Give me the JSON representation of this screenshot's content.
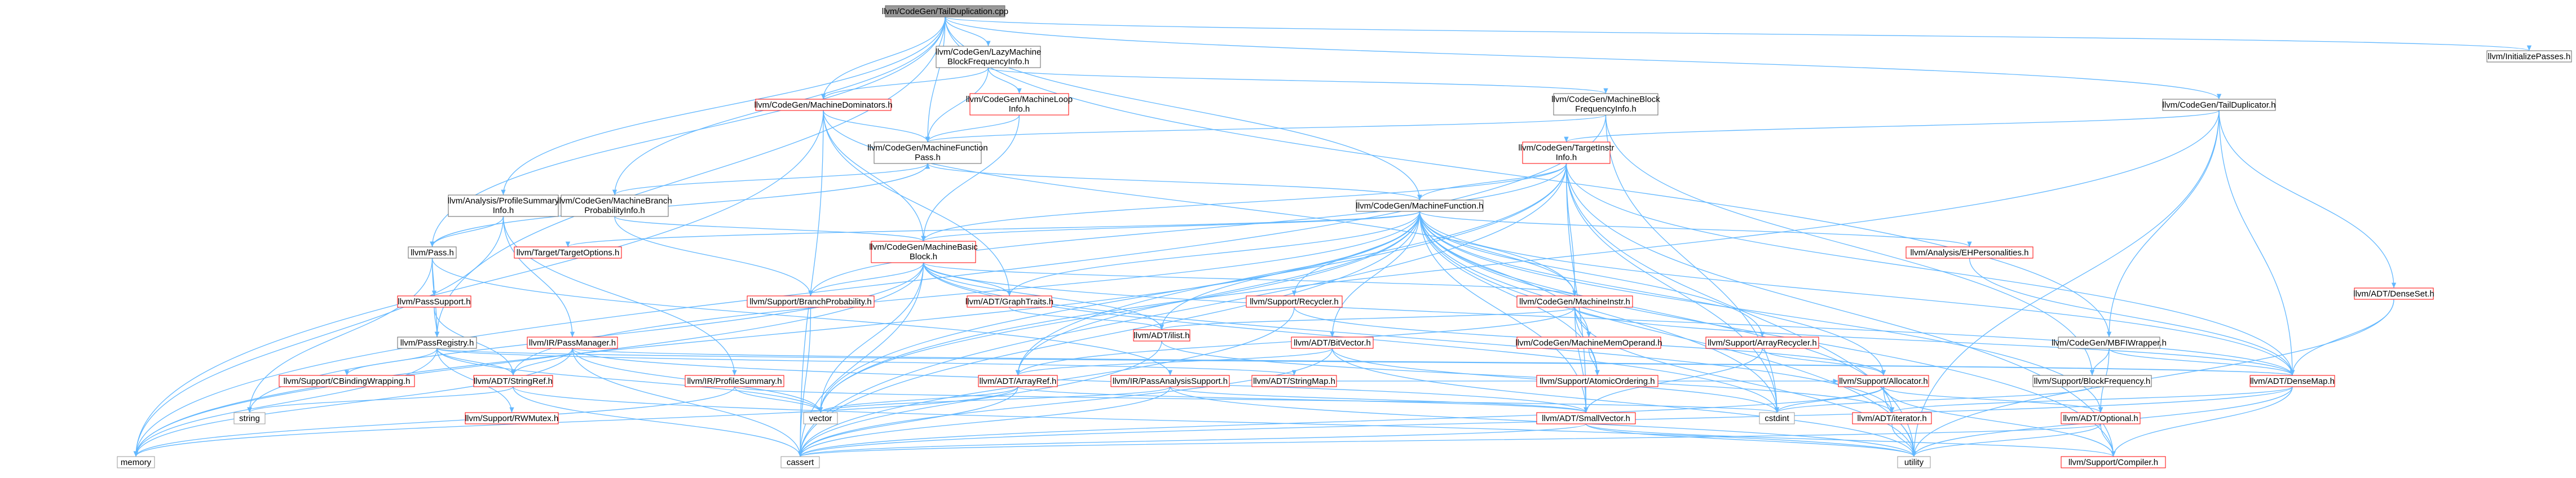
{
  "colors": {
    "edge": "#63b8ff",
    "node_default_border": "#666666",
    "node_red_border": "#ff0000",
    "node_gray_border": "#999999",
    "node_fill": "#ffffff",
    "node_root_fill": "#999999"
  },
  "nodes": {
    "root": {
      "label": "llvm/CodeGen/TailDuplication.cpp",
      "style": "root"
    },
    "lazymbfi": {
      "lines": [
        "llvm/CodeGen/LazyMachine",
        "BlockFrequencyInfo.h"
      ],
      "style": "default"
    },
    "initpasses": {
      "label": "llvm/InitializePasses.h",
      "style": "default"
    },
    "mdom": {
      "label": "llvm/CodeGen/MachineDominators.h",
      "style": "red"
    },
    "mloop": {
      "lines": [
        "llvm/CodeGen/MachineLoop",
        "Info.h"
      ],
      "style": "red"
    },
    "mbfi": {
      "lines": [
        "llvm/CodeGen/MachineBlock",
        "FrequencyInfo.h"
      ],
      "style": "default"
    },
    "taildup": {
      "label": "llvm/CodeGen/TailDuplicator.h",
      "style": "default"
    },
    "mfpass": {
      "lines": [
        "llvm/CodeGen/MachineFunction",
        "Pass.h"
      ],
      "style": "default"
    },
    "tii": {
      "lines": [
        "llvm/CodeGen/TargetInstr",
        "Info.h"
      ],
      "style": "red"
    },
    "psi": {
      "lines": [
        "llvm/Analysis/ProfileSummary",
        "Info.h"
      ],
      "style": "default"
    },
    "mbpi": {
      "lines": [
        "llvm/CodeGen/MachineBranch",
        "ProbabilityInfo.h"
      ],
      "style": "default"
    },
    "mf": {
      "label": "llvm/CodeGen/MachineFunction.h",
      "style": "default"
    },
    "pass": {
      "label": "llvm/Pass.h",
      "style": "default"
    },
    "tgtopts": {
      "label": "llvm/Target/TargetOptions.h",
      "style": "red"
    },
    "mbb": {
      "lines": [
        "llvm/CodeGen/MachineBasic",
        "Block.h"
      ],
      "style": "red"
    },
    "ehpers": {
      "label": "llvm/Analysis/EHPersonalities.h",
      "style": "red"
    },
    "densenset": {
      "label": "llvm/ADT/DenseSet.h",
      "style": "red"
    },
    "passsupport": {
      "label": "llvm/PassSupport.h",
      "style": "red"
    },
    "branchprob": {
      "label": "llvm/Support/BranchProbability.h",
      "style": "red"
    },
    "graphtraits": {
      "label": "llvm/ADT/GraphTraits.h",
      "style": "red"
    },
    "recycler": {
      "label": "llvm/Support/Recycler.h",
      "style": "red"
    },
    "mi": {
      "label": "llvm/CodeGen/MachineInstr.h",
      "style": "red"
    },
    "ilist": {
      "label": "llvm/ADT/ilist.h",
      "style": "red"
    },
    "passregistry": {
      "label": "llvm/PassRegistry.h",
      "style": "default"
    },
    "passmanager": {
      "label": "llvm/IR/PassManager.h",
      "style": "red"
    },
    "bitvector": {
      "label": "llvm/ADT/BitVector.h",
      "style": "red"
    },
    "mmo": {
      "label": "llvm/CodeGen/MachineMemOperand.h",
      "style": "red"
    },
    "arrayrecycler": {
      "label": "llvm/Support/ArrayRecycler.h",
      "style": "red"
    },
    "mbfiwrapper": {
      "label": "llvm/CodeGen/MBFIWrapper.h",
      "style": "default"
    },
    "cstringwrap": {
      "label": "llvm/Support/CBindingWrapping.h",
      "style": "red"
    },
    "stringref": {
      "label": "llvm/ADT/StringRef.h",
      "style": "red"
    },
    "profsummary": {
      "label": "llvm/IR/ProfileSummary.h",
      "style": "red"
    },
    "arrayref": {
      "label": "llvm/ADT/ArrayRef.h",
      "style": "red"
    },
    "pasupport": {
      "label": "llvm/IR/PassAnalysisSupport.h",
      "style": "red"
    },
    "stringmap": {
      "label": "llvm/ADT/StringMap.h",
      "style": "red"
    },
    "atomicord": {
      "label": "llvm/Support/AtomicOrdering.h",
      "style": "red"
    },
    "allocator": {
      "label": "llvm/Support/Allocator.h",
      "style": "red"
    },
    "blockfreq": {
      "label": "llvm/Support/BlockFrequency.h",
      "style": "default"
    },
    "densemap": {
      "label": "llvm/ADT/DenseMap.h",
      "style": "red"
    },
    "rwmutex": {
      "label": "llvm/Support/RWMutex.h",
      "style": "red"
    },
    "string": {
      "label": "string",
      "style": "gray"
    },
    "vector": {
      "label": "vector",
      "style": "gray"
    },
    "smallvector": {
      "label": "llvm/ADT/SmallVector.h",
      "style": "red"
    },
    "cstdint": {
      "label": "cstdint",
      "style": "gray"
    },
    "iterator": {
      "label": "llvm/ADT/iterator.h",
      "style": "red"
    },
    "optional": {
      "label": "llvm/ADT/Optional.h",
      "style": "red"
    },
    "memory": {
      "label": "memory",
      "style": "gray"
    },
    "cassert": {
      "label": "cassert",
      "style": "gray"
    },
    "utility": {
      "label": "utility",
      "style": "gray"
    },
    "compiler": {
      "label": "llvm/Support/Compiler.h",
      "style": "red"
    }
  },
  "edges": [
    [
      "root",
      "lazymbfi"
    ],
    [
      "root",
      "initpasses"
    ],
    [
      "root",
      "mdom"
    ],
    [
      "root",
      "mfpass"
    ],
    [
      "root",
      "taildup"
    ],
    [
      "root",
      "mf"
    ],
    [
      "root",
      "psi"
    ],
    [
      "root",
      "mbpi"
    ],
    [
      "root",
      "pass"
    ],
    [
      "root",
      "passregistry"
    ],
    [
      "root",
      "mbfiwrapper"
    ],
    [
      "lazymbfi",
      "mbfi"
    ],
    [
      "lazymbfi",
      "mloop"
    ],
    [
      "lazymbfi",
      "mfpass"
    ],
    [
      "lazymbfi",
      "mdom"
    ],
    [
      "mdom",
      "mfpass"
    ],
    [
      "mdom",
      "mbb"
    ],
    [
      "mdom",
      "mi"
    ],
    [
      "mdom",
      "graphtraits"
    ],
    [
      "mdom",
      "memory"
    ],
    [
      "mdom",
      "cassert"
    ],
    [
      "mloop",
      "mfpass"
    ],
    [
      "mloop",
      "mbb"
    ],
    [
      "mbfi",
      "mfpass"
    ],
    [
      "mbfi",
      "blockfreq"
    ],
    [
      "mbfi",
      "cstdint"
    ],
    [
      "mbfi",
      "memory"
    ],
    [
      "taildup",
      "tii"
    ],
    [
      "taildup",
      "densemap"
    ],
    [
      "taildup",
      "densenset"
    ],
    [
      "taildup",
      "mbfiwrapper"
    ],
    [
      "taildup",
      "utility"
    ],
    [
      "taildup",
      "vector"
    ],
    [
      "mfpass",
      "mf"
    ],
    [
      "mfpass",
      "pass"
    ],
    [
      "tii",
      "mf"
    ],
    [
      "tii",
      "mi"
    ],
    [
      "tii",
      "mbb"
    ],
    [
      "tii",
      "densemap"
    ],
    [
      "tii",
      "arrayref"
    ],
    [
      "tii",
      "branchprob"
    ],
    [
      "tii",
      "vector"
    ],
    [
      "tii",
      "cassert"
    ],
    [
      "tii",
      "cstdint"
    ],
    [
      "tii",
      "utility"
    ],
    [
      "tii",
      "compiler"
    ],
    [
      "tii",
      "smallvector"
    ],
    [
      "psi",
      "pass"
    ],
    [
      "psi",
      "passmanager"
    ],
    [
      "psi",
      "profsummary"
    ],
    [
      "psi",
      "memory"
    ],
    [
      "mbpi",
      "mfpass"
    ],
    [
      "mbpi",
      "branchprob"
    ],
    [
      "mbpi",
      "mbb"
    ],
    [
      "mf",
      "mbb"
    ],
    [
      "mf",
      "ilist"
    ],
    [
      "mf",
      "bitvector"
    ],
    [
      "mf",
      "recycler"
    ],
    [
      "mf",
      "arrayrecycler"
    ],
    [
      "mf",
      "allocator"
    ],
    [
      "mf",
      "mmo"
    ],
    [
      "mf",
      "mi"
    ],
    [
      "mf",
      "ehpers"
    ],
    [
      "mf",
      "graphtraits"
    ],
    [
      "mf",
      "tgtopts"
    ],
    [
      "mf",
      "densemap"
    ],
    [
      "mf",
      "arrayref"
    ],
    [
      "mf",
      "smallvector"
    ],
    [
      "mf",
      "stringref"
    ],
    [
      "mf",
      "atomicord"
    ],
    [
      "mf",
      "compiler"
    ],
    [
      "mf",
      "cassert"
    ],
    [
      "mf",
      "cstdint"
    ],
    [
      "mf",
      "memory"
    ],
    [
      "mf",
      "utility"
    ],
    [
      "mf",
      "vector"
    ],
    [
      "mf",
      "optional"
    ],
    [
      "mf",
      "iterator"
    ],
    [
      "pass",
      "passsupport"
    ],
    [
      "pass",
      "passregistry"
    ],
    [
      "pass",
      "pasupport"
    ],
    [
      "pass",
      "string"
    ],
    [
      "passsupport",
      "passregistry"
    ],
    [
      "passsupport",
      "stringref"
    ],
    [
      "mbb",
      "mi"
    ],
    [
      "mbb",
      "graphtraits"
    ],
    [
      "mbb",
      "ilist"
    ],
    [
      "mbb",
      "branchprob"
    ],
    [
      "mbb",
      "densemap"
    ],
    [
      "mbb",
      "iterator"
    ],
    [
      "mbb",
      "cassert"
    ],
    [
      "mbb",
      "memory"
    ],
    [
      "mbb",
      "string"
    ],
    [
      "mbb",
      "vector"
    ],
    [
      "mbb",
      "cstdint"
    ],
    [
      "ehpers",
      "densemap"
    ],
    [
      "densenset",
      "densemap"
    ],
    [
      "densenset",
      "utility"
    ],
    [
      "branchprob",
      "cassert"
    ],
    [
      "graphtraits",
      "ilist"
    ],
    [
      "recycler",
      "allocator"
    ],
    [
      "recycler",
      "cassert"
    ],
    [
      "mi",
      "mmo"
    ],
    [
      "mi",
      "arrayref"
    ],
    [
      "mi",
      "ilist"
    ],
    [
      "mi",
      "densemap"
    ],
    [
      "mi",
      "atomicord"
    ],
    [
      "mi",
      "smallvector"
    ],
    [
      "mi",
      "utility"
    ],
    [
      "ilist",
      "iterator"
    ],
    [
      "ilist",
      "cassert"
    ],
    [
      "passregistry",
      "cstringwrap"
    ],
    [
      "passregistry",
      "stringref"
    ],
    [
      "passregistry",
      "densemap"
    ],
    [
      "passregistry",
      "stringmap"
    ],
    [
      "passregistry",
      "rwmutex"
    ],
    [
      "passregistry",
      "memory"
    ],
    [
      "passregistry",
      "vector"
    ],
    [
      "passmanager",
      "stringref"
    ],
    [
      "passmanager",
      "densemap"
    ],
    [
      "passmanager",
      "smallvector"
    ],
    [
      "passmanager",
      "cassert"
    ],
    [
      "passmanager",
      "memory"
    ],
    [
      "passmanager",
      "vector"
    ],
    [
      "bitvector",
      "arrayref"
    ],
    [
      "bitvector",
      "cstdint"
    ],
    [
      "bitvector",
      "cassert"
    ],
    [
      "bitvector",
      "utility"
    ],
    [
      "mmo",
      "atomicord"
    ],
    [
      "arrayrecycler",
      "allocator"
    ],
    [
      "arrayrecycler",
      "smallvector"
    ],
    [
      "mbfiwrapper",
      "densemap"
    ],
    [
      "mbfiwrapper",
      "blockfreq"
    ],
    [
      "mbfiwrapper",
      "optional"
    ],
    [
      "stringref",
      "string"
    ],
    [
      "stringref",
      "cassert"
    ],
    [
      "stringref",
      "utility"
    ],
    [
      "profsummary",
      "cstdint"
    ],
    [
      "profsummary",
      "vector"
    ],
    [
      "profsummary",
      "memory"
    ],
    [
      "arrayref",
      "smallvector"
    ],
    [
      "arrayref",
      "vector"
    ],
    [
      "arrayref",
      "cassert"
    ],
    [
      "arrayref",
      "memory"
    ],
    [
      "pasupport",
      "smallvector"
    ],
    [
      "pasupport",
      "cassert"
    ],
    [
      "pasupport",
      "vector"
    ],
    [
      "pasupport",
      "utility"
    ],
    [
      "stringmap",
      "allocator"
    ],
    [
      "allocator",
      "compiler"
    ],
    [
      "allocator",
      "cassert"
    ],
    [
      "allocator",
      "cstdint"
    ],
    [
      "allocator",
      "utility"
    ],
    [
      "allocator",
      "optional"
    ],
    [
      "blockfreq",
      "cstdint"
    ],
    [
      "densemap",
      "compiler"
    ],
    [
      "densemap",
      "utility"
    ],
    [
      "densemap",
      "cassert"
    ],
    [
      "densemap",
      "iterator"
    ],
    [
      "smallvector",
      "compiler"
    ],
    [
      "smallvector",
      "cassert"
    ],
    [
      "smallvector",
      "utility"
    ],
    [
      "iterator",
      "utility"
    ],
    [
      "optional",
      "utility"
    ],
    [
      "optional",
      "compiler"
    ],
    [
      "optional",
      "cassert"
    ]
  ]
}
